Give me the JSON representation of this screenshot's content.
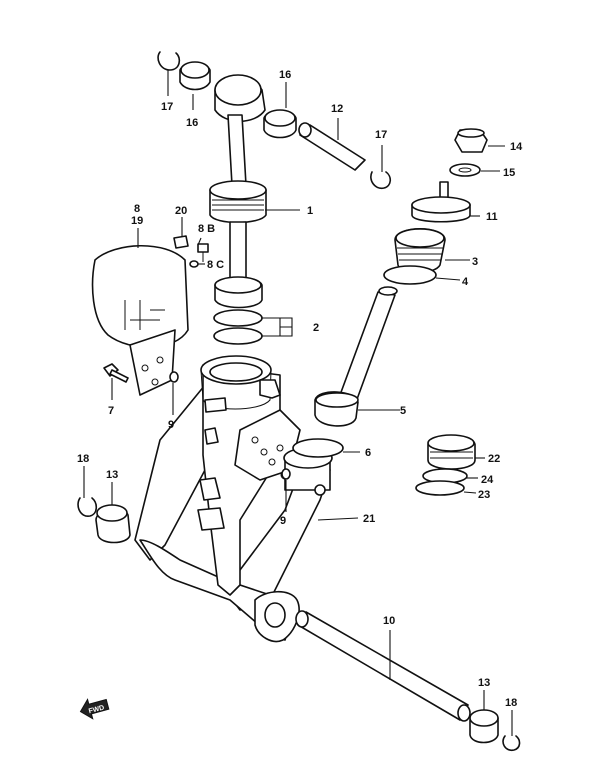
{
  "callouts": {
    "p1": "1",
    "p2": "2",
    "p3": "3",
    "p4": "4",
    "p5": "5",
    "p6": "6",
    "p7": "7",
    "p8": "8",
    "p8b": "8 B",
    "p8c": "8 C",
    "p9a": "9",
    "p9b": "9",
    "p10": "10",
    "p11": "11",
    "p12": "12",
    "p13a": "13",
    "p13b": "13",
    "p14": "14",
    "p15": "15",
    "p16a": "16",
    "p16b": "16",
    "p17a": "17",
    "p17b": "17",
    "p18a": "18",
    "p18b": "18",
    "p19": "19",
    "p20": "20",
    "p21": "21",
    "p22": "22",
    "p23": "23",
    "p24": "24"
  },
  "fwd_label": "FWD"
}
